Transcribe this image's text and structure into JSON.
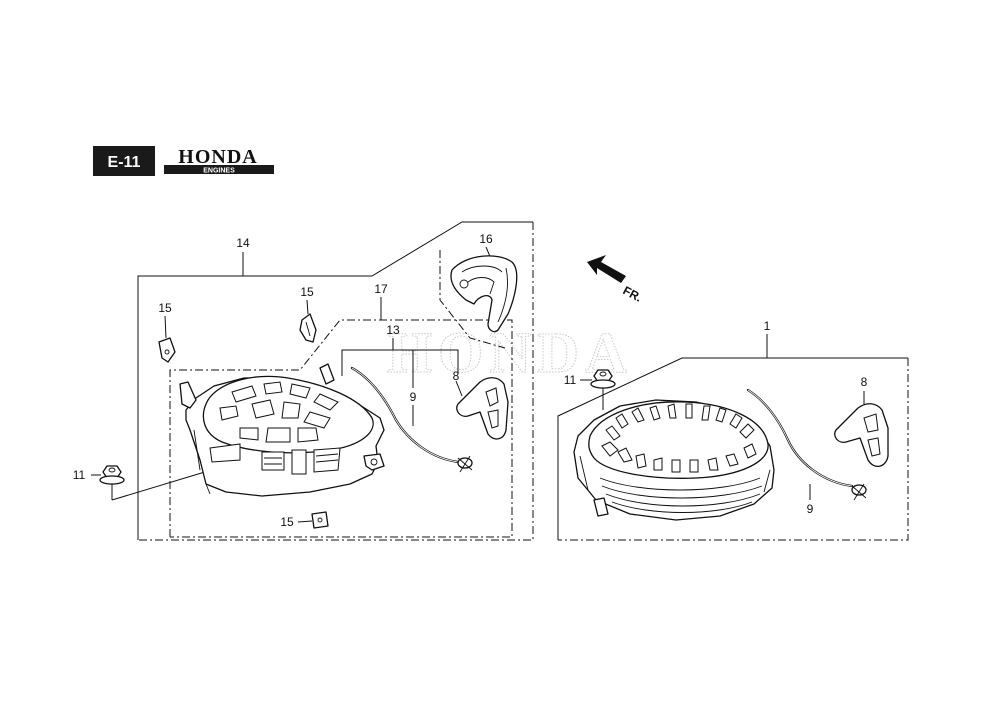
{
  "header": {
    "section_code": "E-11",
    "brand": "HONDA",
    "brand_sub": "ENGINES"
  },
  "direction": {
    "label": "FR."
  },
  "watermark": "HONDA",
  "callouts": {
    "c14": "14",
    "c16": "16",
    "c17": "17",
    "c13": "13",
    "c15a": "15",
    "c15b": "15",
    "c15c": "15",
    "c8a": "8",
    "c9a": "9",
    "c11a": "11",
    "c1": "1",
    "c11b": "11",
    "c8b": "8",
    "c9b": "9"
  }
}
